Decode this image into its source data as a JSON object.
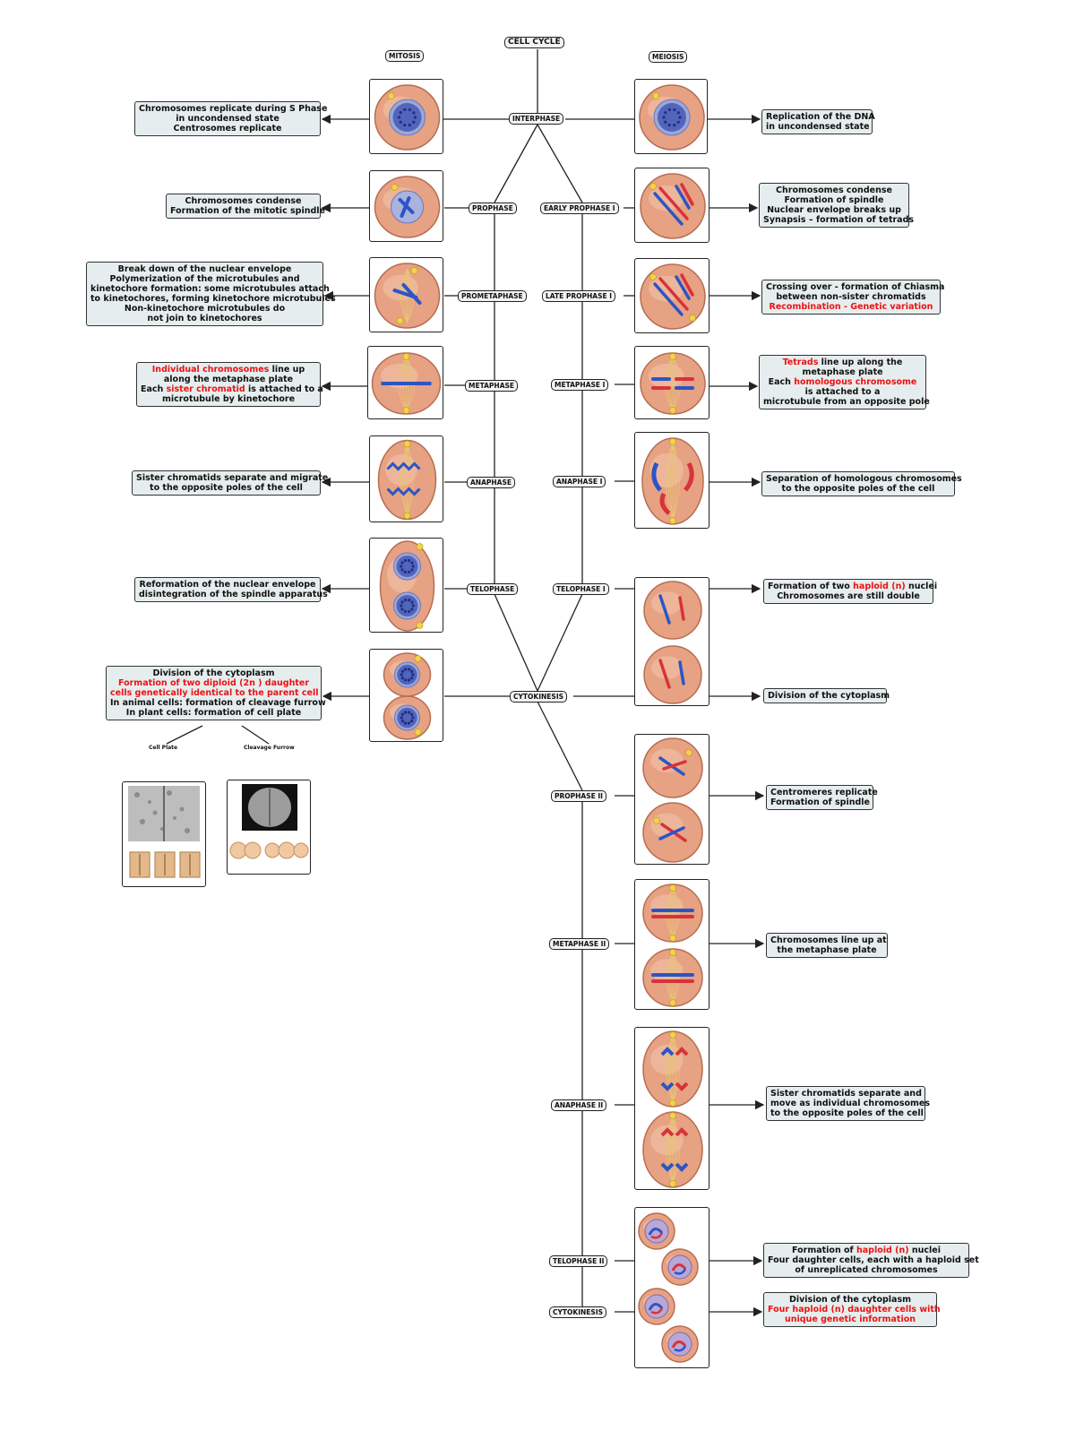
{
  "title": "CELL CYCLE",
  "branches": {
    "mitosis": "MITOSIS",
    "meiosis": "MEIOSIS"
  },
  "center": {
    "interphase": "INTERPHASE",
    "cytokinesis": "CYTOKINESIS"
  },
  "mitosis_phases": [
    "PROPHASE",
    "PROMETAPHASE",
    "METAPHASE",
    "ANAPHASE",
    "TELOPHASE"
  ],
  "meiosis_phases": [
    "EARLY PROPHASE I",
    "LATE PROPHASE I",
    "METAPHASE I",
    "ANAPHASE I",
    "TELOPHASE I",
    "PROPHASE II",
    "METAPHASE II",
    "ANAPHASE II",
    "TELOPHASE II",
    "CYTOKINESIS"
  ],
  "mitosis_notes": {
    "interphase": [
      "Chromosomes replicate during S Phase",
      "in uncondensed state",
      "Centrosomes replicate"
    ],
    "prophase": [
      "Chromosomes condense",
      "Formation of the mitotic spindle"
    ],
    "prometaphase": [
      "Break down of the nuclear envelope",
      "Polymerization of the microtubules and",
      "kinetochore formation: some microtubules attach",
      "to kinetochores, forming kinetochore microtubules",
      "Non-kinetochore microtubules do",
      "not join to kinetochores"
    ],
    "metaphase": {
      "l1_red": "Individual chromosomes",
      "l1": " line up",
      "l2": "along the metaphase plate",
      "l3_pre": "Each ",
      "l3_red": "sister chromatid",
      "l3_post": " is attached to a",
      "l4": "microtubule by kinetochore"
    },
    "anaphase": [
      "Sister chromatids separate and migrate",
      "to the opposite poles of the cell"
    ],
    "telophase": [
      "Reformation of the nuclear envelope",
      "disintegration of the spindle apparatus"
    ],
    "cytokinesis": {
      "l1": "Division of the cytoplasm",
      "l2_red": "Formation of two diploid (2n ) daughter",
      "l3_red": "cells genetically identical to the parent cell",
      "l4": "In animal cells: formation of cleavage furrow",
      "l5": "In plant cells: formation of cell plate"
    }
  },
  "meiosis_notes": {
    "interphase": [
      "Replication of the DNA",
      "in uncondensed state"
    ],
    "early_prophase": [
      "Chromosomes condense",
      "Formation of spindle",
      "Nuclear envelope breaks up",
      "Synapsis – formation of tetrads"
    ],
    "late_prophase": {
      "l1": "Crossing over - formation of Chiasma",
      "l2": "between non-sister chromatids",
      "l3_red": "Recombination - Genetic variation"
    },
    "metaphase1": {
      "l1_red": "Tetrads",
      "l1": " line up along the",
      "l2": "metaphase plate",
      "l3_pre": "Each ",
      "l3_red": "homologous chromosome",
      "l4": "is attached to a",
      "l5": "microtubule from an opposite pole"
    },
    "anaphase1": [
      "Separation of homologous chromosomes",
      "to the opposite poles of the cell"
    ],
    "telophase1": {
      "l1_pre": "Formation of two ",
      "l1_red": "haploid (n)",
      "l1_post": "  nuclei",
      "l2": "Chromosomes are still double"
    },
    "cytokinesis1": [
      "Division of the cytoplasm"
    ],
    "prophase2": [
      "Centromeres replicate",
      "Formation of spindle"
    ],
    "metaphase2": [
      "Chromosomes line up at",
      "the metaphase plate"
    ],
    "anaphase2": [
      "Sister chromatids separate and",
      "move as individual chromosomes",
      "to the opposite poles of the cell"
    ],
    "telophase2": {
      "l1_pre": "Formation of ",
      "l1_red": "haploid (n)",
      "l1_post": "  nuclei",
      "l2": "Four daughter cells, each with a haploid set",
      "l3": "of unreplicated chromosomes"
    },
    "cytokinesis2": {
      "l1": "Division of the cytoplasm",
      "l2_red": "Four haploid (n) daughter cells with",
      "l3_red": "unique genetic information"
    }
  },
  "subimages": {
    "cell_plate": "Cell Plate",
    "cleavage_furrow": "Cleavage Furrow"
  },
  "colors": {
    "cell": "#e7a183",
    "nucleus": "#3b4fb0",
    "chromosome_blue": "#2b55c6",
    "chromosome_red": "#d8323a",
    "highlight": "#e11111",
    "note_bg": "#e6edee"
  }
}
